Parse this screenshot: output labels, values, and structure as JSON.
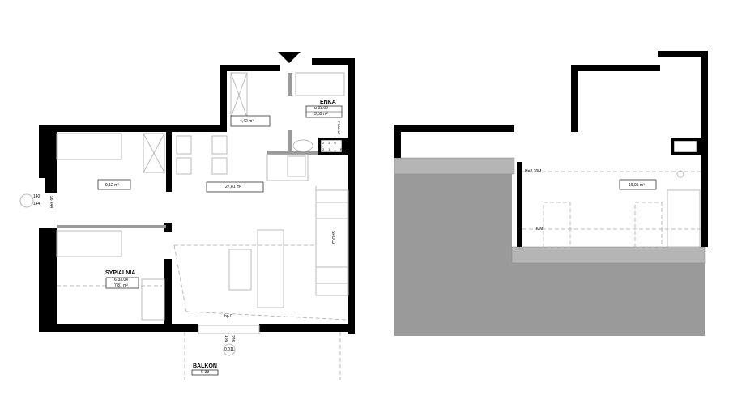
{
  "plan": {
    "colors": {
      "wall": "#000000",
      "roof": "#9a9a9a",
      "lines": "#bbbbbb"
    },
    "left_unit": {
      "bathroom": {
        "name": "ENKA",
        "code": "u-03.02",
        "area": "3,52 m²"
      },
      "hall": {
        "area": "4,42 m²"
      },
      "living": {
        "area": "27,81 m²"
      },
      "room": {
        "area": "9,12 m²"
      },
      "bedroom": {
        "name": "SYPIALNIA",
        "code": "6-33.04",
        "area": "7,81 m²"
      },
      "balcony": {
        "name": "BALKON",
        "code": "6-33"
      },
      "window_labels": {
        "a": "140",
        "b": "144",
        "c": "96 x44"
      },
      "door_labels": {
        "a": "156",
        "b": "226",
        "level": "0.01L"
      },
      "hp_label": "hp 0",
      "stairs_label": "SPOCZ",
      "pralka_label": "PRALKA",
      "meter": {
        "row1": [
          "2",
          "3",
          "0"
        ],
        "row2": [
          "2",
          "1",
          "1",
          "PK"
        ]
      }
    },
    "right_unit": {
      "attic": {
        "area": "16,05 m²"
      },
      "height_label": "H=2,20M",
      "low_label": "I0M"
    }
  }
}
